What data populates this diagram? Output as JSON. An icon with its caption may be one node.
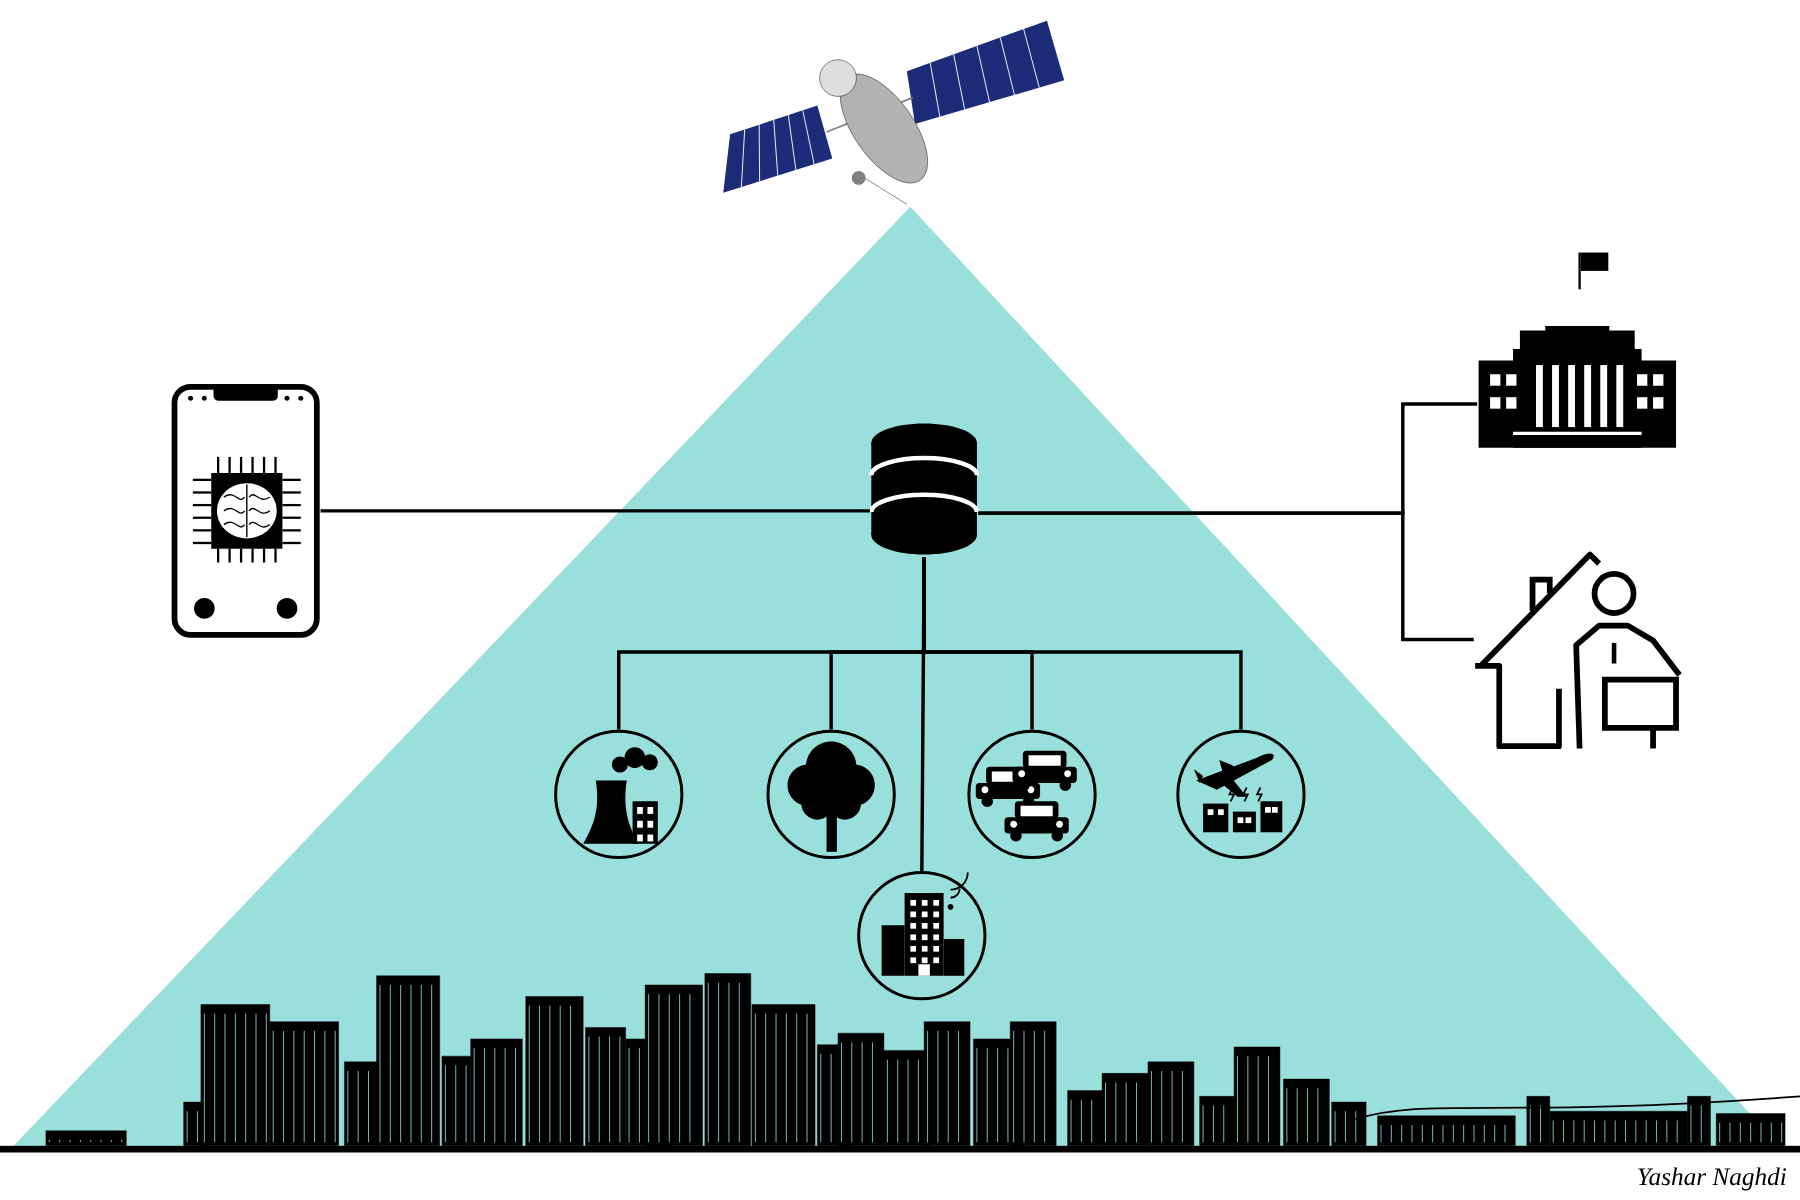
{
  "diagram": {
    "nodes": [
      {
        "text": [],
        "shape": "picture"
      },
      {
        "text": [],
        "shape": "cylinder"
      },
      {
        "text": [],
        "shape": "picture"
      },
      {
        "text": [],
        "shape": "picture"
      },
      {
        "text": [],
        "shape": "circle"
      },
      {
        "text": [],
        "shape": "circle"
      },
      {
        "text": [],
        "shape": "circle"
      },
      {
        "text": [],
        "shape": "circle"
      },
      {
        "text": [],
        "shape": "circle"
      }
    ],
    "edges": [
      {
        "from": 0,
        "to": 1,
        "arrow": "none"
      },
      {
        "from": 1,
        "to": 2,
        "arrow": "none"
      },
      {
        "from": 1,
        "to": 3,
        "arrow": "none"
      },
      {
        "from": 1,
        "to": 4,
        "arrow": "none"
      },
      {
        "from": 1,
        "to": 5,
        "arrow": "none"
      },
      {
        "from": 1,
        "to": 8,
        "arrow": "none"
      },
      {
        "from": 1,
        "to": 6,
        "arrow": "none"
      },
      {
        "from": 1,
        "to": 7,
        "arrow": "none"
      }
    ],
    "labels": [
      "Yashar Naghdi"
    ]
  }
}
